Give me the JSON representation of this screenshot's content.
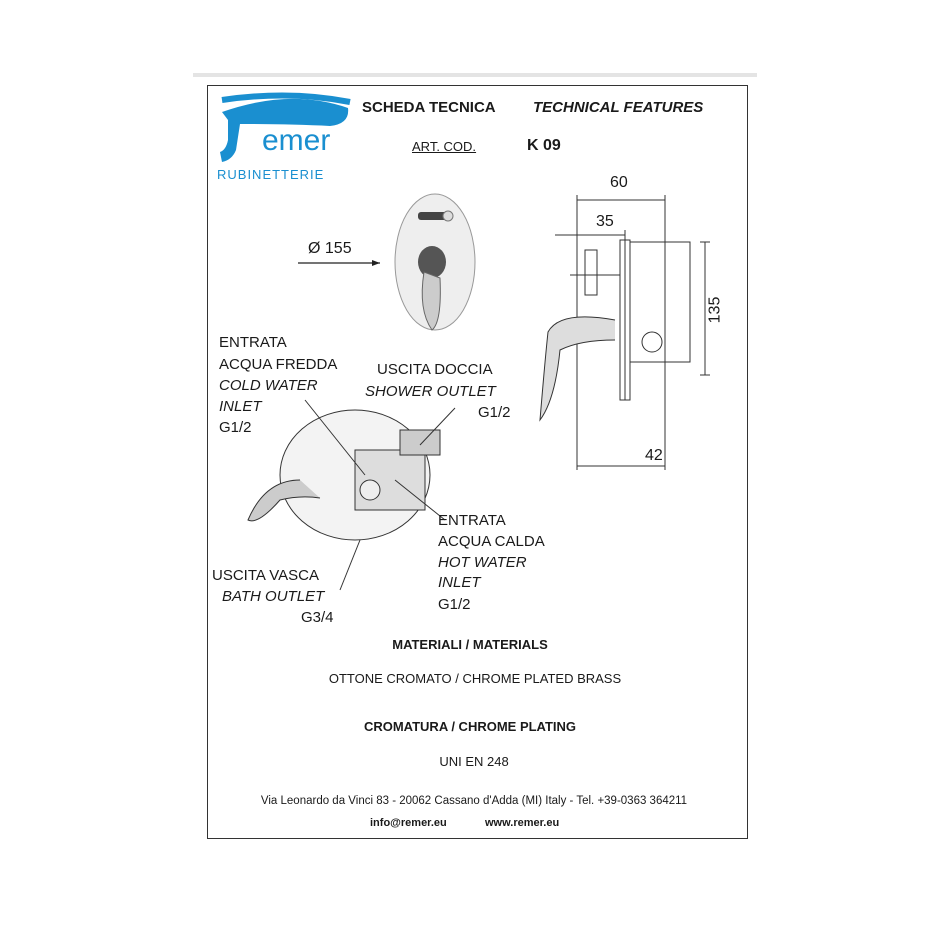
{
  "header": {
    "brand": "Remer",
    "brand_sub": "RUBINETTERIE",
    "title_it": "SCHEDA TECNICA",
    "title_en": "TECHNICAL FEATURES",
    "art_cod_label": "ART. COD.",
    "art_cod_value": "K 09",
    "brand_color": "#1a8fd0"
  },
  "dimensions": {
    "diameter": "Ø 155",
    "depth_total": "60",
    "depth_body": "35",
    "height": "135",
    "handle": "42"
  },
  "callouts": {
    "cold_inlet": [
      "ENTRATA",
      "ACQUA FREDDA",
      "COLD WATER",
      "INLET",
      "G1/2"
    ],
    "shower_outlet": [
      "USCITA DOCCIA",
      "SHOWER OUTLET",
      "G1/2"
    ],
    "hot_inlet": [
      "ENTRATA",
      "ACQUA CALDA",
      "HOT WATER",
      "INLET",
      "G1/2"
    ],
    "bath_outlet": [
      "USCITA VASCA",
      "BATH OUTLET",
      "G3/4"
    ]
  },
  "materials": {
    "heading": "MATERIALI / MATERIALS",
    "material": "OTTONE CROMATO / CHROME PLATED BRASS",
    "plating_heading": "CROMATURA / CHROME PLATING",
    "standard": "UNI EN 248"
  },
  "footer": {
    "address": "Via Leonardo da Vinci 83 - 20062 Cassano d'Adda (MI) Italy - Tel. +39-0363 364211",
    "email": "info@remer.eu",
    "website": "www.remer.eu"
  }
}
